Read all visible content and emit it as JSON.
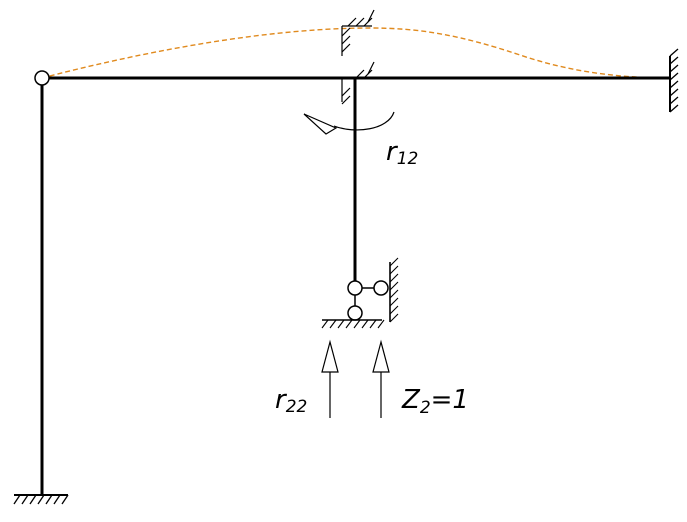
{
  "labels": {
    "r12_main": "r",
    "r12_sub": "12",
    "r22_main": "r",
    "r22_sub": "22",
    "z2_main": "Z",
    "z2_sub": "2",
    "z2_tail": "=1"
  },
  "colors": {
    "ink": "#000000",
    "deflection": "#e08a1e",
    "background": "#ffffff"
  }
}
